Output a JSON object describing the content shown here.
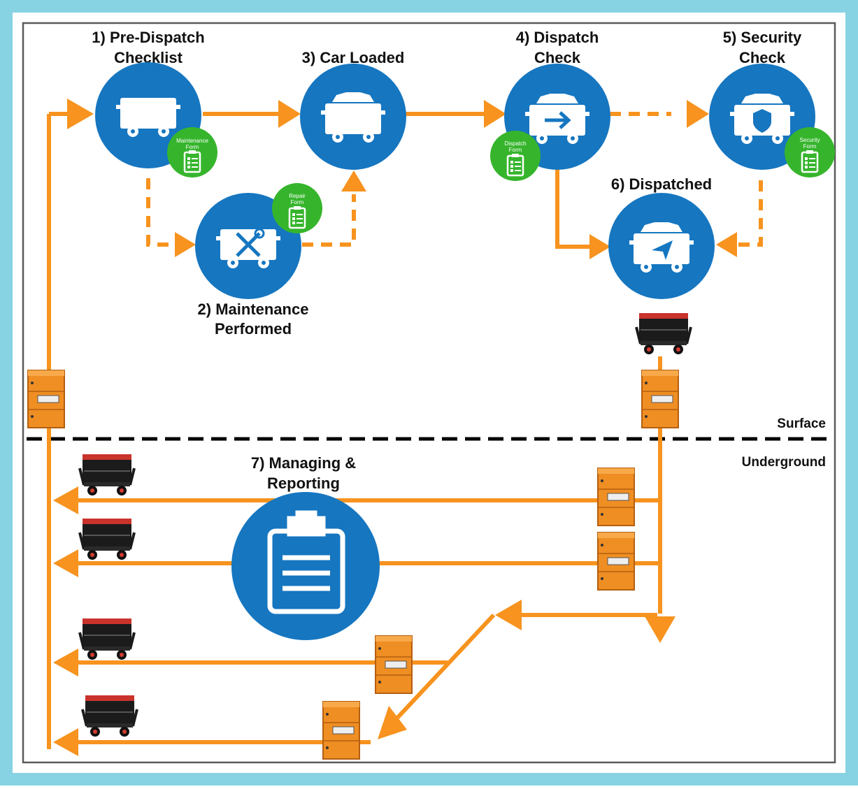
{
  "colors": {
    "outer_border": "#87d3e3",
    "panel_border": "#5a5a5a",
    "circle": "#1676c0",
    "badge": "#36b52c",
    "flow": "#f7931e",
    "divider": "#000000",
    "cabinet": "#ef8e23"
  },
  "steps": {
    "pre_dispatch": {
      "line1": "1) Pre-Dispatch",
      "line2": "Checklist",
      "badge_line1": "Maintenance",
      "badge_line2": "Form",
      "icon": "mine-cart-icon"
    },
    "maintenance": {
      "line1": "2) Maintenance",
      "line2": "Performed",
      "badge_line1": "Repair",
      "badge_line2": "Form",
      "icon": "wrench-screwdriver-cart-icon"
    },
    "car_loaded": {
      "line1": "3) Car Loaded",
      "icon": "loaded-cart-icon"
    },
    "dispatch_check": {
      "line1": "4) Dispatch",
      "line2": "Check",
      "badge_line1": "Dispatch",
      "badge_line2": "Form",
      "icon": "arrow-cart-icon"
    },
    "security_check": {
      "line1": "5) Security",
      "line2": "Check",
      "badge_line1": "Security",
      "badge_line2": "Form",
      "icon": "shield-cart-icon"
    },
    "dispatched": {
      "line1": "6) Dispatched",
      "icon": "send-cart-icon"
    },
    "managing": {
      "line1": "7) Managing &",
      "line2": "Reporting",
      "icon": "clipboard-icon"
    }
  },
  "zones": {
    "surface": "Surface",
    "underground": "Underground"
  }
}
